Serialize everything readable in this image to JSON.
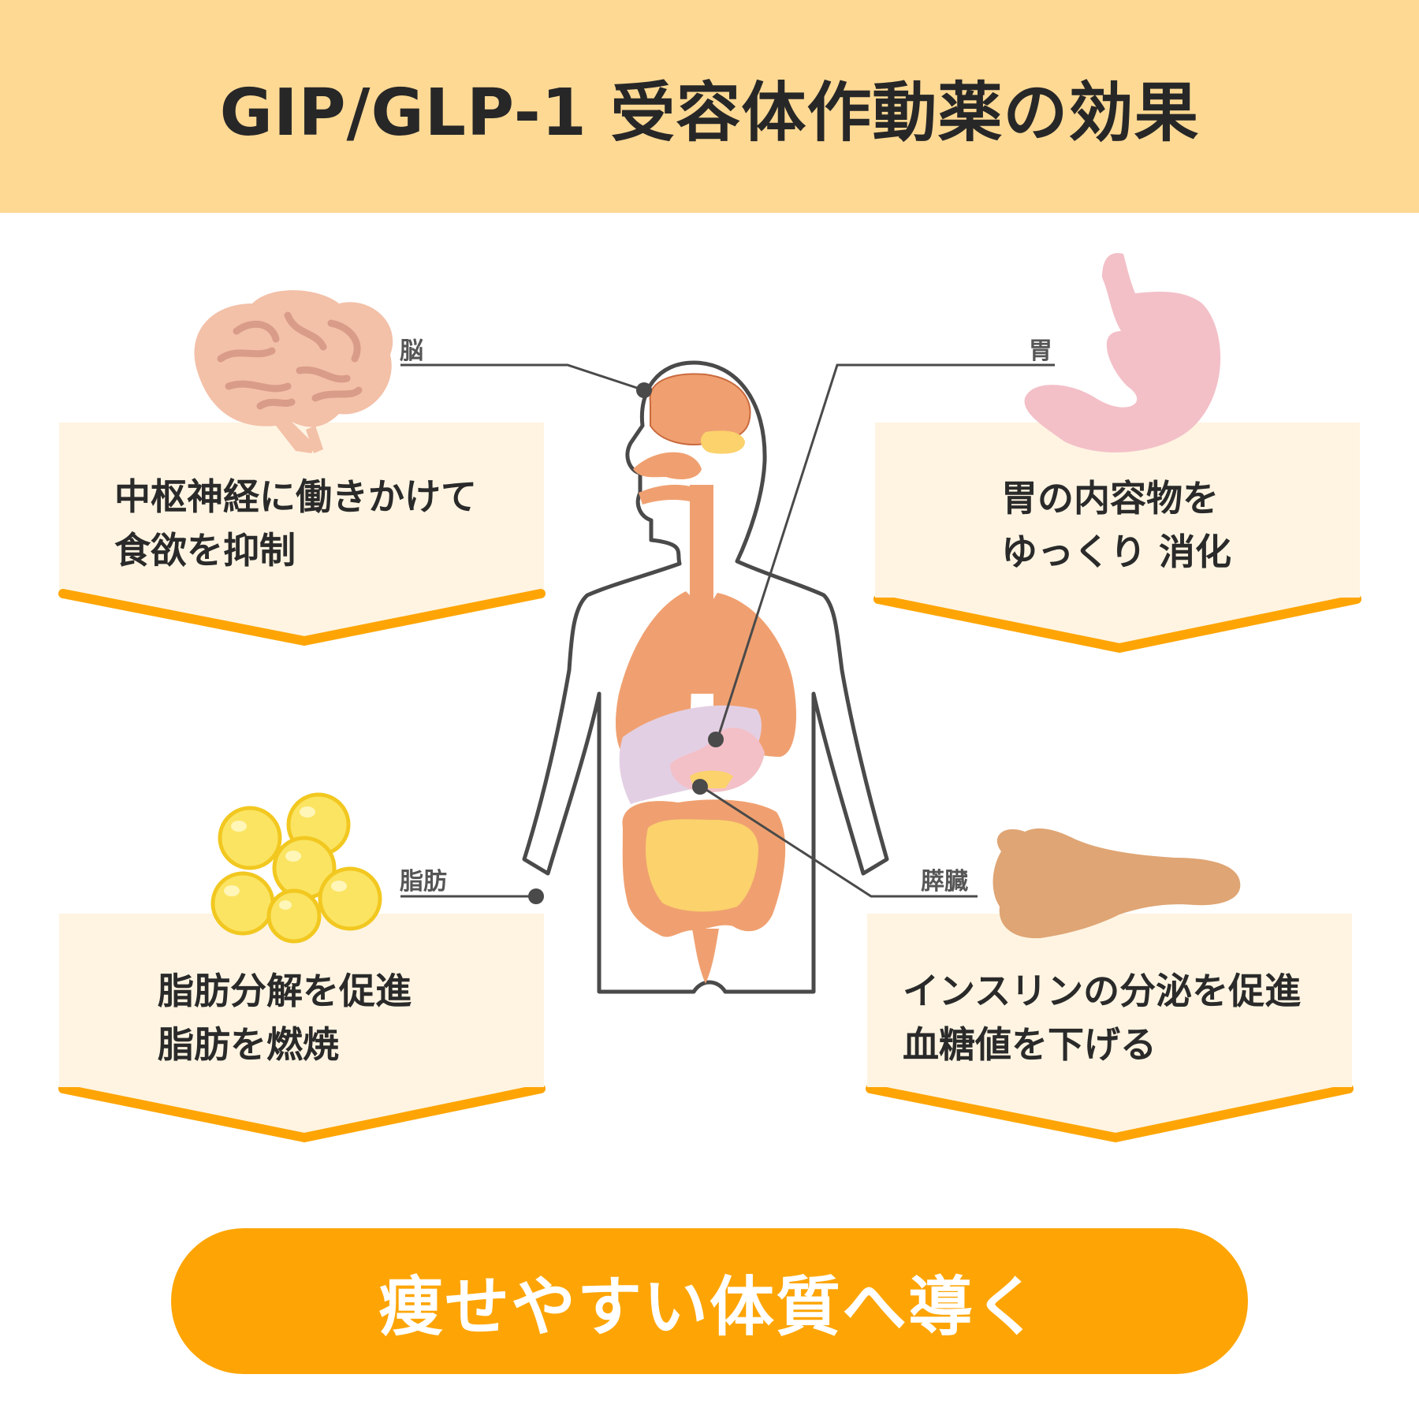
{
  "header": {
    "title": "GIP/GLP-1 受容体作動薬の効果"
  },
  "labels": {
    "brain": "脳",
    "stomach": "胃",
    "fat": "脂肪",
    "pancreas": "膵臓"
  },
  "cards": {
    "brain": {
      "line1": "中枢神経に働きかけて",
      "line2": "食欲を抑制"
    },
    "stomach": {
      "line1": "胃の内容物を",
      "line2": "ゆっくり 消化"
    },
    "fat": {
      "line1": "脂肪分解を促進",
      "line2": "脂肪を燃焼"
    },
    "pancreas": {
      "line1": "インスリンの分泌を促進",
      "line2": "血糖値を下げる"
    }
  },
  "footer": {
    "text": "痩せやすい体質へ導く"
  },
  "colors": {
    "header_bg": "#fed994",
    "card_bg": "#fff4e2",
    "accent_orange": "#fea505",
    "organ_orange": "#f0a070",
    "brain_pink": "#f3c0a8",
    "stomach_pink": "#f3c0c8",
    "fat_yellow": "#fbe462",
    "pancreas_tan": "#dfa574"
  }
}
